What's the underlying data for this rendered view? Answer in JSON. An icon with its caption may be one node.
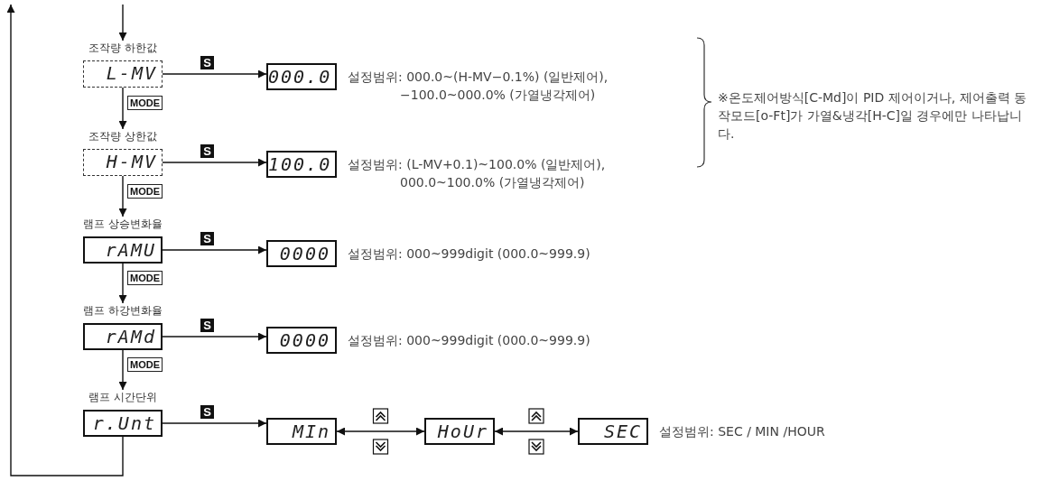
{
  "diagram": {
    "nodes": [
      {
        "text": [
          "조작량 하한값",
          "L-MV"
        ]
      },
      {
        "text": [
          "000.0"
        ],
        "beside": [
          "설정범위: 000.0~(H-MV−0.1%) (일반제어), −100.0~000.0% (가열냉각제어)"
        ]
      },
      {
        "text": [
          "조작량 상한값",
          "H-MV"
        ]
      },
      {
        "text": [
          "100.0"
        ],
        "beside": [
          "설정범위: (L-MV+0.1)~100.0% (일반제어), 000.0~100.0% (가열냉각제어)"
        ]
      },
      {
        "text": [
          "램프 상승변화율",
          "rAMU"
        ]
      },
      {
        "text": [
          "0000"
        ],
        "beside": [
          "설정범위: 000~999digit (000.0~999.9)"
        ]
      },
      {
        "text": [
          "램프 하강변화율",
          "rAMd"
        ]
      },
      {
        "text": [
          "0000"
        ],
        "beside": [
          "설정범위: 000~999digit (000.0~999.9)"
        ]
      },
      {
        "text": [
          "램프 시간단위",
          "r.Unt"
        ]
      },
      {
        "text": [
          "MIn"
        ]
      },
      {
        "text": [
          "HoUr"
        ]
      },
      {
        "text": [
          "SEC"
        ],
        "beside": [
          "설정범위: SEC / MIN /HOUR"
        ]
      }
    ],
    "edges": [
      {
        "from": null,
        "to": 0,
        "arrow": "to"
      },
      {
        "from": 0,
        "to": 1,
        "arrow": "to",
        "label": "S"
      },
      {
        "from": 0,
        "to": 2,
        "arrow": "to",
        "label": "MODE"
      },
      {
        "from": 2,
        "to": 3,
        "arrow": "to",
        "label": "S"
      },
      {
        "from": 2,
        "to": 4,
        "arrow": "to",
        "label": "MODE"
      },
      {
        "from": 4,
        "to": 5,
        "arrow": "to",
        "label": "S"
      },
      {
        "from": 4,
        "to": 6,
        "arrow": "to",
        "label": "MODE"
      },
      {
        "from": 6,
        "to": 7,
        "arrow": "to",
        "label": "S"
      },
      {
        "from": 6,
        "to": 8,
        "arrow": "to",
        "label": "MODE"
      },
      {
        "from": 8,
        "to": 9,
        "arrow": "to",
        "label": "S"
      },
      {
        "from": 9,
        "to": 10,
        "arrow": "both"
      },
      {
        "from": 10,
        "to": 11,
        "arrow": "both"
      },
      {
        "from": 8,
        "to": null,
        "arrow": "to"
      }
    ],
    "labels": [
      "※온도제어방식[C-Md]이 PID 제어이거나, 제어출력 동작모드[o-Ft]가 가열&냉각[H-C]일 경우에만 나타납니다."
    ]
  }
}
